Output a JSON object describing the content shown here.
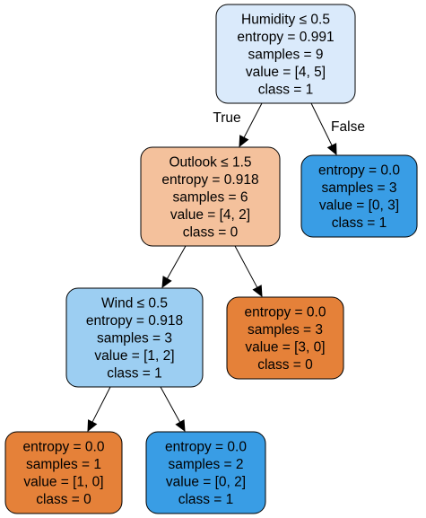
{
  "tree": {
    "nodes": [
      {
        "id": "n0",
        "fill": "#daeafb",
        "lines": [
          "Humidity ≤ 0.5",
          "entropy = 0.991",
          "samples = 9",
          "value = [4, 5]",
          "class = 1"
        ]
      },
      {
        "id": "n1",
        "fill": "#f4c19c",
        "lines": [
          "Outlook ≤ 1.5",
          "entropy = 0.918",
          "samples = 6",
          "value = [4, 2]",
          "class = 0"
        ]
      },
      {
        "id": "n2",
        "fill": "#399de5",
        "lines": [
          "entropy = 0.0",
          "samples = 3",
          "value = [0, 3]",
          "class = 1"
        ]
      },
      {
        "id": "n3",
        "fill": "#9ccef2",
        "lines": [
          "Wind ≤ 0.5",
          "entropy = 0.918",
          "samples = 3",
          "value = [1, 2]",
          "class = 1"
        ]
      },
      {
        "id": "n4",
        "fill": "#e58139",
        "lines": [
          "entropy = 0.0",
          "samples = 3",
          "value = [3, 0]",
          "class = 0"
        ]
      },
      {
        "id": "n5",
        "fill": "#e58139",
        "lines": [
          "entropy = 0.0",
          "samples = 1",
          "value = [1, 0]",
          "class = 0"
        ]
      },
      {
        "id": "n6",
        "fill": "#399de5",
        "lines": [
          "entropy = 0.0",
          "samples = 2",
          "value = [0, 2]",
          "class = 1"
        ]
      }
    ],
    "edges": [
      {
        "from": "n0",
        "to": "n1",
        "label": "True"
      },
      {
        "from": "n0",
        "to": "n2",
        "label": "False"
      },
      {
        "from": "n1",
        "to": "n3",
        "label": ""
      },
      {
        "from": "n1",
        "to": "n4",
        "label": ""
      },
      {
        "from": "n3",
        "to": "n5",
        "label": ""
      },
      {
        "from": "n3",
        "to": "n6",
        "label": ""
      }
    ]
  }
}
